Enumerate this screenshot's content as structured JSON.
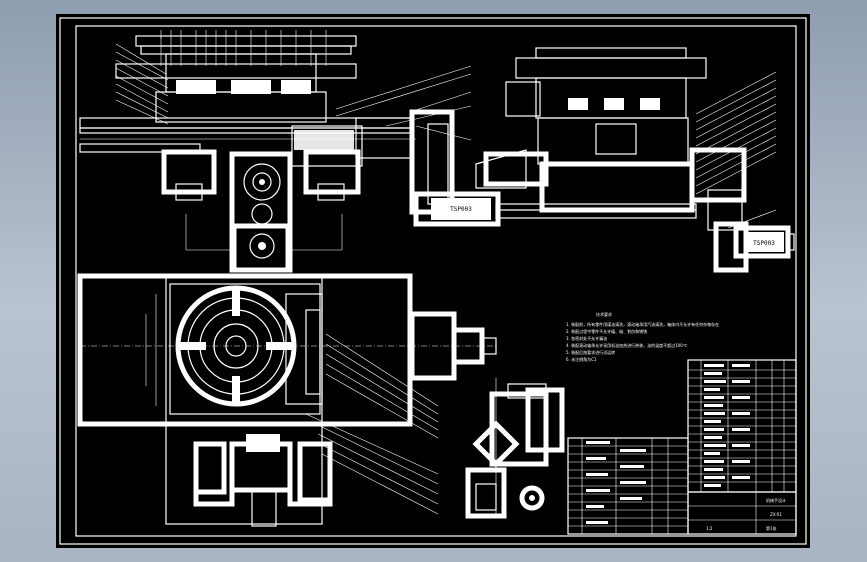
{
  "drawing": {
    "labels": {
      "motor_top": "TSP003",
      "motor_right": "TSP003"
    },
    "technical_requirements": {
      "title": "技术要求",
      "items": [
        "1. 装配前，所有零件用煤油清洗，滚动轴承用汽油清洗，箱体内不允许有任何杂物存在",
        "2. 装配过程中零件不允许磕、碰、划伤和锈蚀",
        "3. 各密封处不允许漏油",
        "4. 装配滚动轴承允许采用机油加热进行热装，油的温度不超过100℃",
        "5. 装配后按要求进行试运转",
        "6. 未注倒角为C1"
      ]
    },
    "title_block": {
      "name": "机械手设计",
      "scale": "1:2",
      "sheet": "第1张",
      "drawing_no": "ZX-01"
    }
  }
}
